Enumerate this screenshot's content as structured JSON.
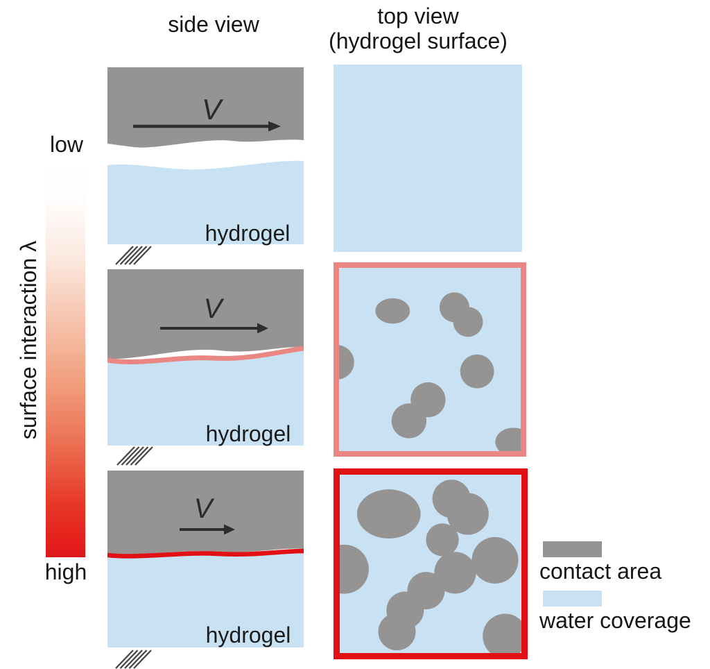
{
  "headers": {
    "side_view": "side view",
    "top_view_line1": "top view",
    "top_view_line2": "(hydrogel surface)"
  },
  "axis": {
    "label": "surface interaction λ",
    "low": "low",
    "high": "high",
    "gradient_top_color": "#ffffff",
    "gradient_bottom_color": "#dd161b"
  },
  "colors": {
    "contact_gray": "#969493",
    "water_blue": "#c8e2f4",
    "interface_pink": "#ea8683",
    "interface_red": "#e01015",
    "arrow_black": "#2f2d2d",
    "hatch_gray": "#454545",
    "text_dark": "#1b1b1b"
  },
  "rows": [
    {
      "id": "low",
      "interaction_level": "low",
      "velocity_label": "V",
      "hydrogel_label": "hydrogel",
      "interface": "none",
      "top_border": "none",
      "contact_blobs": []
    },
    {
      "id": "medium",
      "interaction_level": "medium",
      "velocity_label": "V",
      "hydrogel_label": "hydrogel",
      "interface": "pink",
      "top_border": "pink",
      "contact_blobs": [
        {
          "shape": "ellipse",
          "cx": 0.295,
          "cy": 0.235,
          "rx": 0.095,
          "ry": 0.07
        },
        {
          "shape": "circle",
          "cx": 0.635,
          "cy": 0.215,
          "r": 0.082
        },
        {
          "shape": "circle",
          "cx": 0.71,
          "cy": 0.295,
          "r": 0.082
        },
        {
          "shape": "circle",
          "cx": -0.012,
          "cy": 0.515,
          "r": 0.095
        },
        {
          "shape": "circle",
          "cx": 0.76,
          "cy": 0.565,
          "r": 0.093
        },
        {
          "shape": "circle",
          "cx": 0.49,
          "cy": 0.72,
          "r": 0.096
        },
        {
          "shape": "circle",
          "cx": 0.385,
          "cy": 0.835,
          "r": 0.096
        },
        {
          "shape": "ellipse",
          "cx": 0.96,
          "cy": 0.95,
          "rx": 0.1,
          "ry": 0.078
        }
      ]
    },
    {
      "id": "high",
      "interaction_level": "high",
      "velocity_label": "V",
      "hydrogel_label": "hydrogel",
      "interface": "red",
      "top_border": "red",
      "contact_blobs": [
        {
          "shape": "ellipse",
          "cx": 0.27,
          "cy": 0.22,
          "rx": 0.175,
          "ry": 0.135
        },
        {
          "shape": "circle",
          "cx": 0.615,
          "cy": 0.135,
          "r": 0.105
        },
        {
          "shape": "circle",
          "cx": 0.705,
          "cy": 0.22,
          "r": 0.115
        },
        {
          "shape": "circle",
          "cx": 0.565,
          "cy": 0.365,
          "r": 0.09
        },
        {
          "shape": "circle",
          "cx": 0.635,
          "cy": 0.55,
          "r": 0.115
        },
        {
          "shape": "circle",
          "cx": 0.855,
          "cy": 0.48,
          "r": 0.128
        },
        {
          "shape": "circle",
          "cx": 0.475,
          "cy": 0.65,
          "r": 0.103
        },
        {
          "shape": "circle",
          "cx": 0.36,
          "cy": 0.76,
          "r": 0.103
        },
        {
          "shape": "circle",
          "cx": 0.315,
          "cy": 0.88,
          "r": 0.103
        },
        {
          "shape": "circle",
          "cx": 0.025,
          "cy": 0.53,
          "r": 0.135
        },
        {
          "shape": "circle",
          "cx": 0.91,
          "cy": 0.905,
          "r": 0.123
        }
      ]
    }
  ],
  "legend": [
    {
      "label": "contact area",
      "color": "#969493"
    },
    {
      "label": "water coverage",
      "color": "#c8e2f4"
    }
  ]
}
